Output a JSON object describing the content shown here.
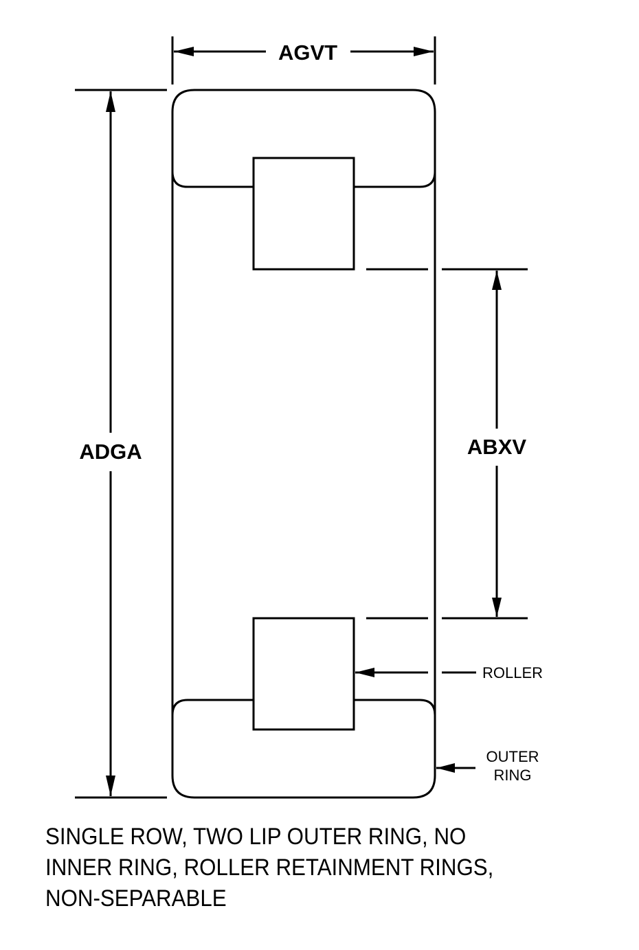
{
  "diagram": {
    "title": "Single row cylindrical roller bearing cross-section",
    "dimensions": {
      "width_label": "AGVT",
      "overall_height_label": "ADGA",
      "roller_gap_label": "ABXV"
    },
    "callouts": {
      "roller": "ROLLER",
      "outer_ring_line1": "OUTER",
      "outer_ring_line2": "RING"
    },
    "caption": {
      "line1": "SINGLE ROW, TWO LIP OUTER RING, NO",
      "line2": "INNER RING, ROLLER RETAINMENT RINGS,",
      "line3": "NON-SEPARABLE"
    },
    "colors": {
      "line": "#000000",
      "background": "#ffffff"
    }
  }
}
